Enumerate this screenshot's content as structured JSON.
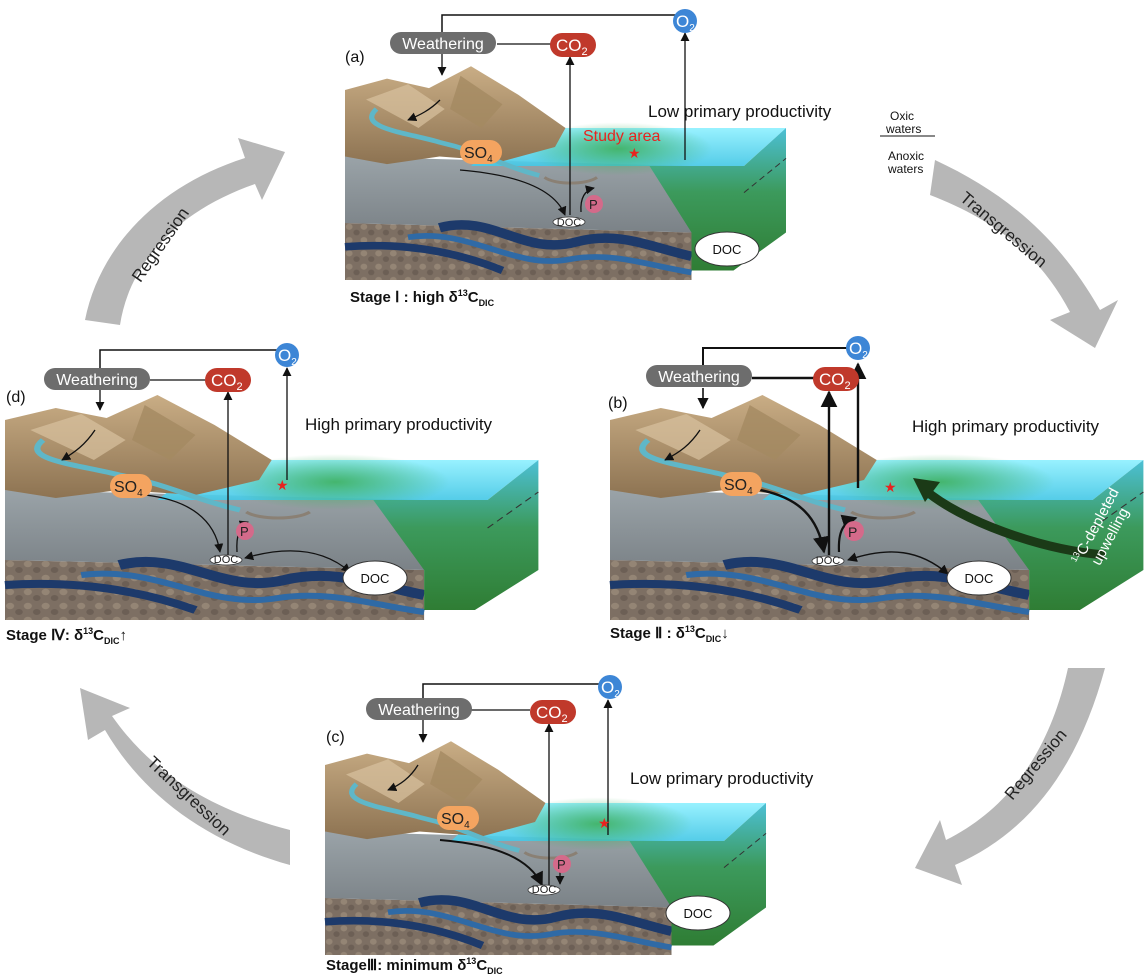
{
  "colors": {
    "weathering_bg": "#6d6d6d",
    "co2_bg": "#c0392b",
    "o2_bg": "#3d86d6",
    "so4_bg": "#f4a460",
    "p_bg": "#d46a8a",
    "cycle_arrow": "#b7b7b7",
    "water": "#5fd6ee",
    "study_area": "#e8231f"
  },
  "labels": {
    "weathering": "Weathering",
    "co2": "CO",
    "co2_sub": "2",
    "o2": "O",
    "o2_sub": "2",
    "so4": "SO",
    "so4_sub": "4",
    "p": "P",
    "doc": "DOC"
  },
  "cycle_arrows": {
    "top_right": "Transgression",
    "bottom_right": "Regression",
    "bottom_left": "Transgression",
    "top_left": "Regression"
  },
  "panel_a": {
    "letter": "(a)",
    "productivity": "Low primary productivity",
    "study_area": "Study area",
    "oxic": "Oxic",
    "oxic2": "waters",
    "anoxic": "Anoxic",
    "anoxic2": "waters",
    "stage_prefix": "Stage Ⅰ : high δ",
    "stage_sup": "13",
    "stage_mid": "C",
    "stage_sub": "DIC",
    "stage_suffix": ""
  },
  "panel_b": {
    "letter": "(b)",
    "productivity": "High primary productivity",
    "upwelling_sup": "13",
    "upwelling_1": "C-depleted",
    "upwelling_2": "upwelling",
    "stage_prefix": "Stage Ⅱ : δ",
    "stage_sup": "13",
    "stage_mid": "C",
    "stage_sub": "DIC",
    "stage_suffix": "↓"
  },
  "panel_c": {
    "letter": "(c)",
    "productivity": "Low primary productivity",
    "stage_prefix": "StageⅢ: minimum δ",
    "stage_sup": "13",
    "stage_mid": "C",
    "stage_sub": "DIC",
    "stage_suffix": ""
  },
  "panel_d": {
    "letter": "(d)",
    "productivity": "High primary productivity",
    "stage_prefix": "Stage Ⅳ: δ",
    "stage_sup": "13",
    "stage_mid": "C",
    "stage_sub": "DIC",
    "stage_suffix": "↑"
  }
}
